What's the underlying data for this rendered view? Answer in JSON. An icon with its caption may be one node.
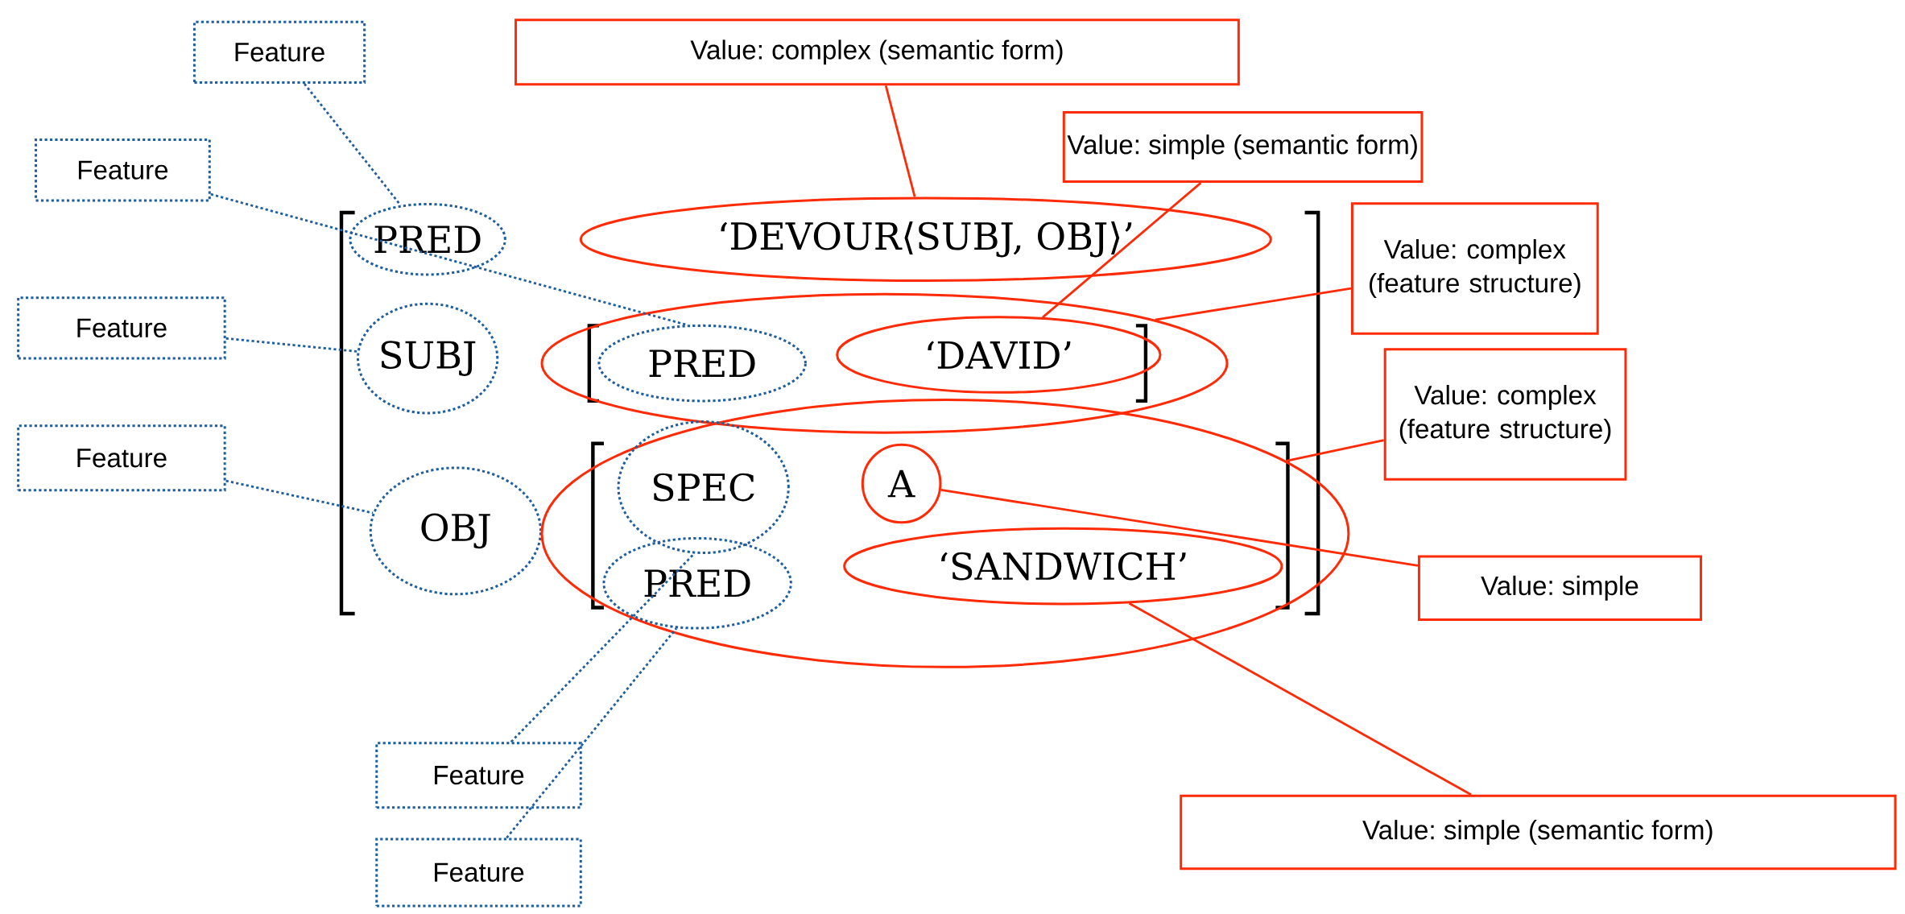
{
  "diagram": {
    "nodes": [
      {
        "text": [
          "Feature"
        ]
      },
      {
        "text": [
          "Value: complex (semantic form)"
        ]
      },
      {
        "text": [
          "Feature"
        ]
      },
      {
        "text": [
          "Value: simple (semantic form)"
        ]
      },
      {
        "text": [
          "Value: complex (feature structure)"
        ]
      },
      {
        "text": [
          "Feature"
        ]
      },
      {
        "text": [
          "Value: complex (feature structure)"
        ]
      },
      {
        "text": [
          "Feature"
        ]
      },
      {
        "text": [
          "Value: simple"
        ]
      },
      {
        "text": [
          "Feature"
        ]
      },
      {
        "text": [
          "Feature"
        ]
      },
      {
        "text": [
          "Value: simple (semantic form)"
        ]
      },
      {
        "text": [
          "PRED"
        ]
      },
      {
        "text": [
          "‘DEVOUR⟨SUBJ, OBJ⟩’"
        ]
      },
      {
        "text": [
          "SUBJ"
        ]
      },
      {
        "text": [],
        "shape": "ellipse"
      },
      {
        "text": [
          "PRED"
        ],
        "in": 15
      },
      {
        "text": [
          "‘DAVID’"
        ],
        "in": 15
      },
      {
        "text": [
          "OBJ"
        ]
      },
      {
        "text": [],
        "shape": "ellipse"
      },
      {
        "text": [
          "SPEC"
        ],
        "in": 19
      },
      {
        "text": [
          "A"
        ],
        "in": 19
      },
      {
        "text": [
          "PRED"
        ],
        "in": 19
      },
      {
        "text": [
          "‘SANDWICH’"
        ],
        "in": 19
      }
    ],
    "edges": [
      {
        "from": 0,
        "to": 12,
        "arrow": "none",
        "style": "dashed",
        "color": "#1f5f9f"
      },
      {
        "from": 1,
        "to": 13,
        "arrow": "none",
        "color": "#ff2a06"
      },
      {
        "from": 2,
        "to": 16,
        "arrow": "none",
        "style": "dashed",
        "color": "#1f5f9f"
      },
      {
        "from": 3,
        "to": 17,
        "arrow": "none",
        "color": "#ff2a06"
      },
      {
        "from": 4,
        "to": 15,
        "arrow": "none",
        "color": "#ff2a06"
      },
      {
        "from": 5,
        "to": 14,
        "arrow": "none",
        "style": "dashed",
        "color": "#1f5f9f"
      },
      {
        "from": 6,
        "to": 19,
        "arrow": "none",
        "color": "#ff2a06"
      },
      {
        "from": 7,
        "to": 18,
        "arrow": "none",
        "style": "dashed",
        "color": "#1f5f9f"
      },
      {
        "from": 8,
        "to": 21,
        "arrow": "none",
        "color": "#ff2a06"
      },
      {
        "from": 9,
        "to": 20,
        "arrow": "none",
        "style": "dashed",
        "color": "#1f5f9f"
      },
      {
        "from": 10,
        "to": 22,
        "arrow": "none",
        "style": "dashed",
        "color": "#1f5f9f"
      },
      {
        "from": 11,
        "to": 23,
        "arrow": "none",
        "color": "#ff2a06"
      }
    ]
  }
}
